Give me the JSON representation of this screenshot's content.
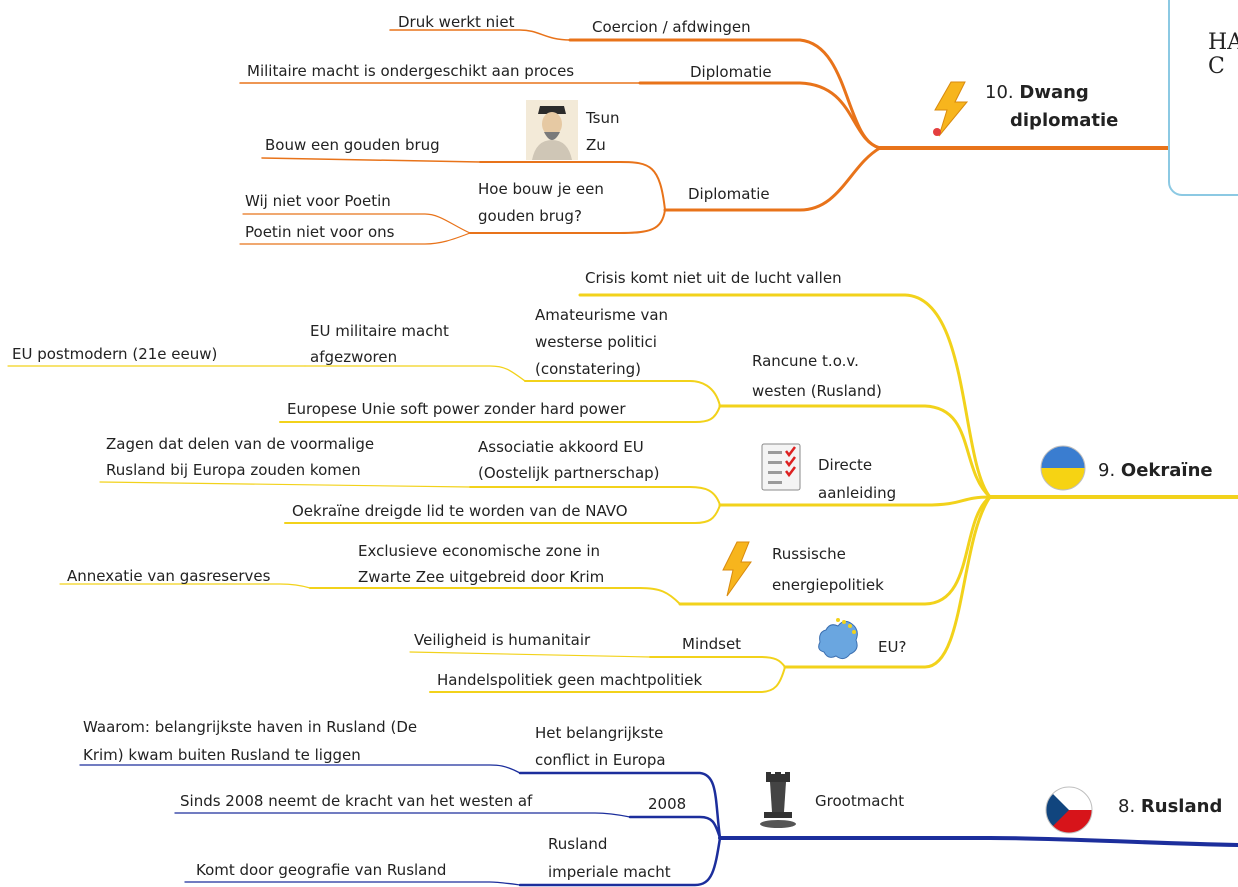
{
  "center": {
    "line1": "HA",
    "line2": "C"
  },
  "branches": {
    "b10": {
      "num": "10.",
      "title1": "Dwang",
      "title2": "diplomatie",
      "color": "#e8731a",
      "coercion": "Coercion / afdwingen",
      "druk": "Druk werkt niet",
      "diplomatie1": "Diplomatie",
      "militaire": "Militaire macht is ondergeschikt aan proces",
      "tsun1": "Tsun",
      "tsun2": "Zu",
      "bouw": "Bouw een gouden brug",
      "diplomatie2": "Diplomatie",
      "hoe1": "Hoe bouw je een",
      "hoe2": "gouden brug?",
      "wij": "Wij niet voor Poetin",
      "poetin": "Poetin niet voor ons"
    },
    "b9": {
      "num": "9.",
      "title": "Oekraïne",
      "color": "#f2d21b",
      "crisis": "Crisis komt niet uit de lucht vallen",
      "amateur1": "Amateurisme van",
      "amateur2": "westerse politici",
      "amateur3": "(constatering)",
      "eumil1": "EU militaire macht",
      "eumil2": "afgezworen",
      "postmodern": "EU postmodern (21e eeuw)",
      "rancune1": "Rancune t.o.v.",
      "rancune2": "westen (Rusland)",
      "soft": "Europese Unie soft power zonder hard power",
      "zagen1": "Zagen dat delen van de voormalige",
      "zagen2": "Rusland bij Europa zouden komen",
      "assoc1": "Associatie akkoord EU",
      "assoc2": "(Oostelijk partnerschap)",
      "directe1": "Directe",
      "directe2": "aanleiding",
      "navo": "Oekraïne dreigde lid te worden van de NAVO",
      "exclusieve1": "Exclusieve economische zone in",
      "exclusieve2": "Zwarte Zee uitgebreid door Krim",
      "annexatie": "Annexatie van gasreserves",
      "energie1": "Russische",
      "energie2": "energiepolitiek",
      "veiligheid": "Veiligheid is humanitair",
      "mindset": "Mindset",
      "eu": "EU?",
      "handel": "Handelspolitiek geen machtpolitiek"
    },
    "b8": {
      "num": "8.",
      "title": "Rusland",
      "color": "#1c2e9c",
      "waarom1": "Waarom: belangrijkste haven in Rusland (De",
      "waarom2": "Krim) kwam buiten Rusland te liggen",
      "conflict1": "Het belangrijkste",
      "conflict2": "conflict in Europa",
      "sinds": "Sinds 2008 neemt de kracht van het westen af",
      "y2008": "2008",
      "grootmacht": "Grootmacht",
      "rusland1": "Rusland",
      "rusland2": "imperiale macht",
      "komt": "Komt door geografie van Rusland"
    }
  }
}
